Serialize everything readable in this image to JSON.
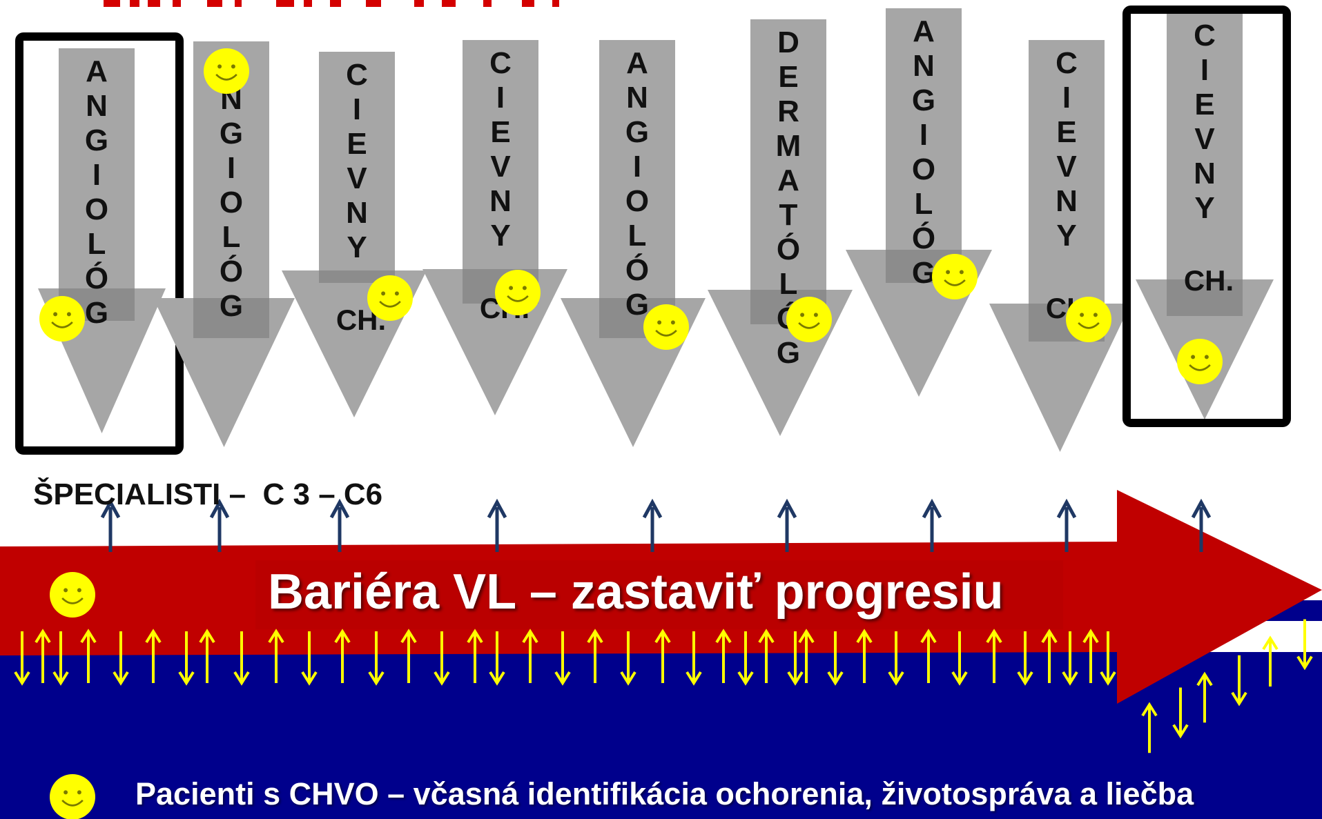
{
  "colors": {
    "red_band": "#C00000",
    "blue_band": "#00008C",
    "arrow_gray": "#A6A6A6",
    "arrow_overlap": "#8C8C8C",
    "smiley": "#FFFF00",
    "up_arrow_navy": "#1F3864",
    "small_arrows": "#FFFF00",
    "highlight_box": "#000000"
  },
  "specialists": [
    {
      "label": "ANGIOLÓG",
      "highlighted": true
    },
    {
      "label": "ANGIOLÓG",
      "highlighted": false
    },
    {
      "label": "CIEVNY",
      "suffix": "CH.",
      "highlighted": false
    },
    {
      "label": "CIEVNY",
      "suffix": "CH.",
      "highlighted": false
    },
    {
      "label": "ANGIOLÓG",
      "highlighted": false
    },
    {
      "label": "DERMATÓLÓG",
      "highlighted": false
    },
    {
      "label": "ANGIOLÓG",
      "highlighted": false
    },
    {
      "label": "CIEVNY",
      "suffix": "CH.",
      "highlighted": false
    },
    {
      "label": "CIEVNY",
      "suffix": "CH.",
      "highlighted": true
    }
  ],
  "specialists_label": "ŠPECIALISTI –  C 3 – C6",
  "barrier_label": "Bariéra VL – zastaviť progresiu",
  "patients_label": "Pacienti s CHVO – včasná identifikácia ochorenia, životospráva a liečba",
  "icons": {
    "smiley": "smiley-face-icon",
    "up_arrow": "up-arrow-icon"
  }
}
